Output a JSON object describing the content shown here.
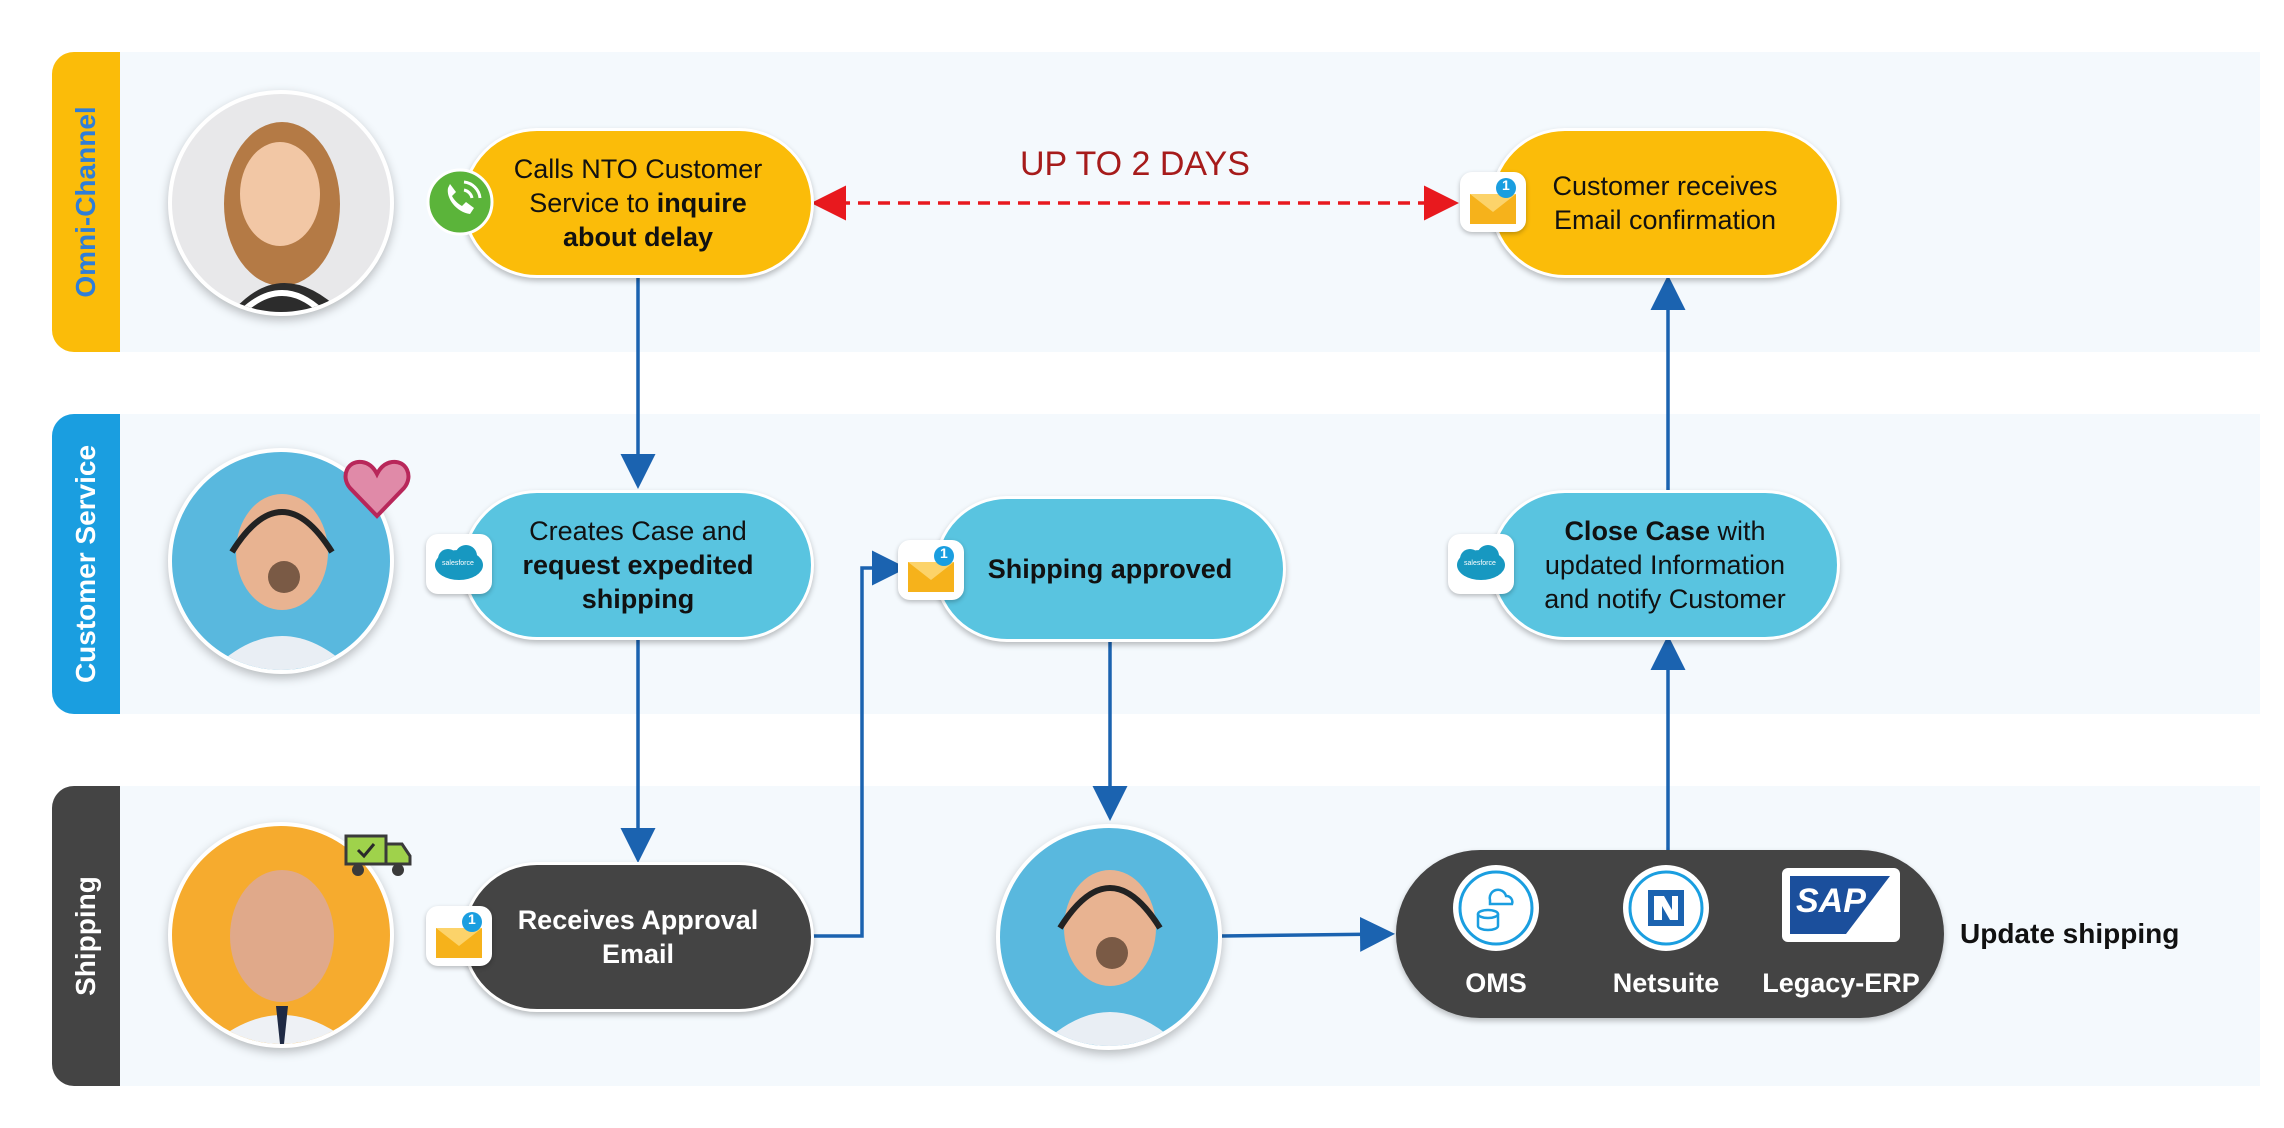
{
  "lanes": [
    {
      "label": "Omni-Channel",
      "color": "#fbbc09",
      "text_color": "#2f7ed8"
    },
    {
      "label": "Customer Service",
      "color": "#1a9ee0",
      "text_color": "#ffffff"
    },
    {
      "label": "Shipping",
      "color": "#444444",
      "text_color": "#ffffff"
    }
  ],
  "nodes": {
    "calls": {
      "line1": "Calls NTO Customer",
      "line2a": "Service to ",
      "line2b": "inquire",
      "line3": "about delay"
    },
    "email_confirm": {
      "line1": "Customer receives",
      "line2": "Email confirmation"
    },
    "create_case": {
      "line1": "Creates Case and",
      "line2": "request expedited",
      "line3": "shipping"
    },
    "shipping_approved": {
      "label": "Shipping approved"
    },
    "close_case": {
      "line1a": "Close Case",
      "line1b": " with",
      "line2": "updated Information",
      "line3": "and notify Customer"
    },
    "receives_approval": {
      "line1": "Receives Approval",
      "line2": "Email"
    }
  },
  "duration_label": "UP TO 2 DAYS",
  "systems": [
    {
      "label": "OMS",
      "icon": "oms-cloud-icon"
    },
    {
      "label": "Netsuite",
      "icon": "netsuite-icon"
    },
    {
      "label": "Legacy-ERP",
      "icon": "sap-icon"
    }
  ],
  "update_label": "Update shipping",
  "icon_labels": {
    "salesforce": "salesforce",
    "sap": "SAP",
    "mail_count": "1"
  },
  "colors": {
    "flow_arrow": "#1b63b0",
    "dashed_arrow": "#e8191e",
    "duration_text": "#a61b1b"
  }
}
